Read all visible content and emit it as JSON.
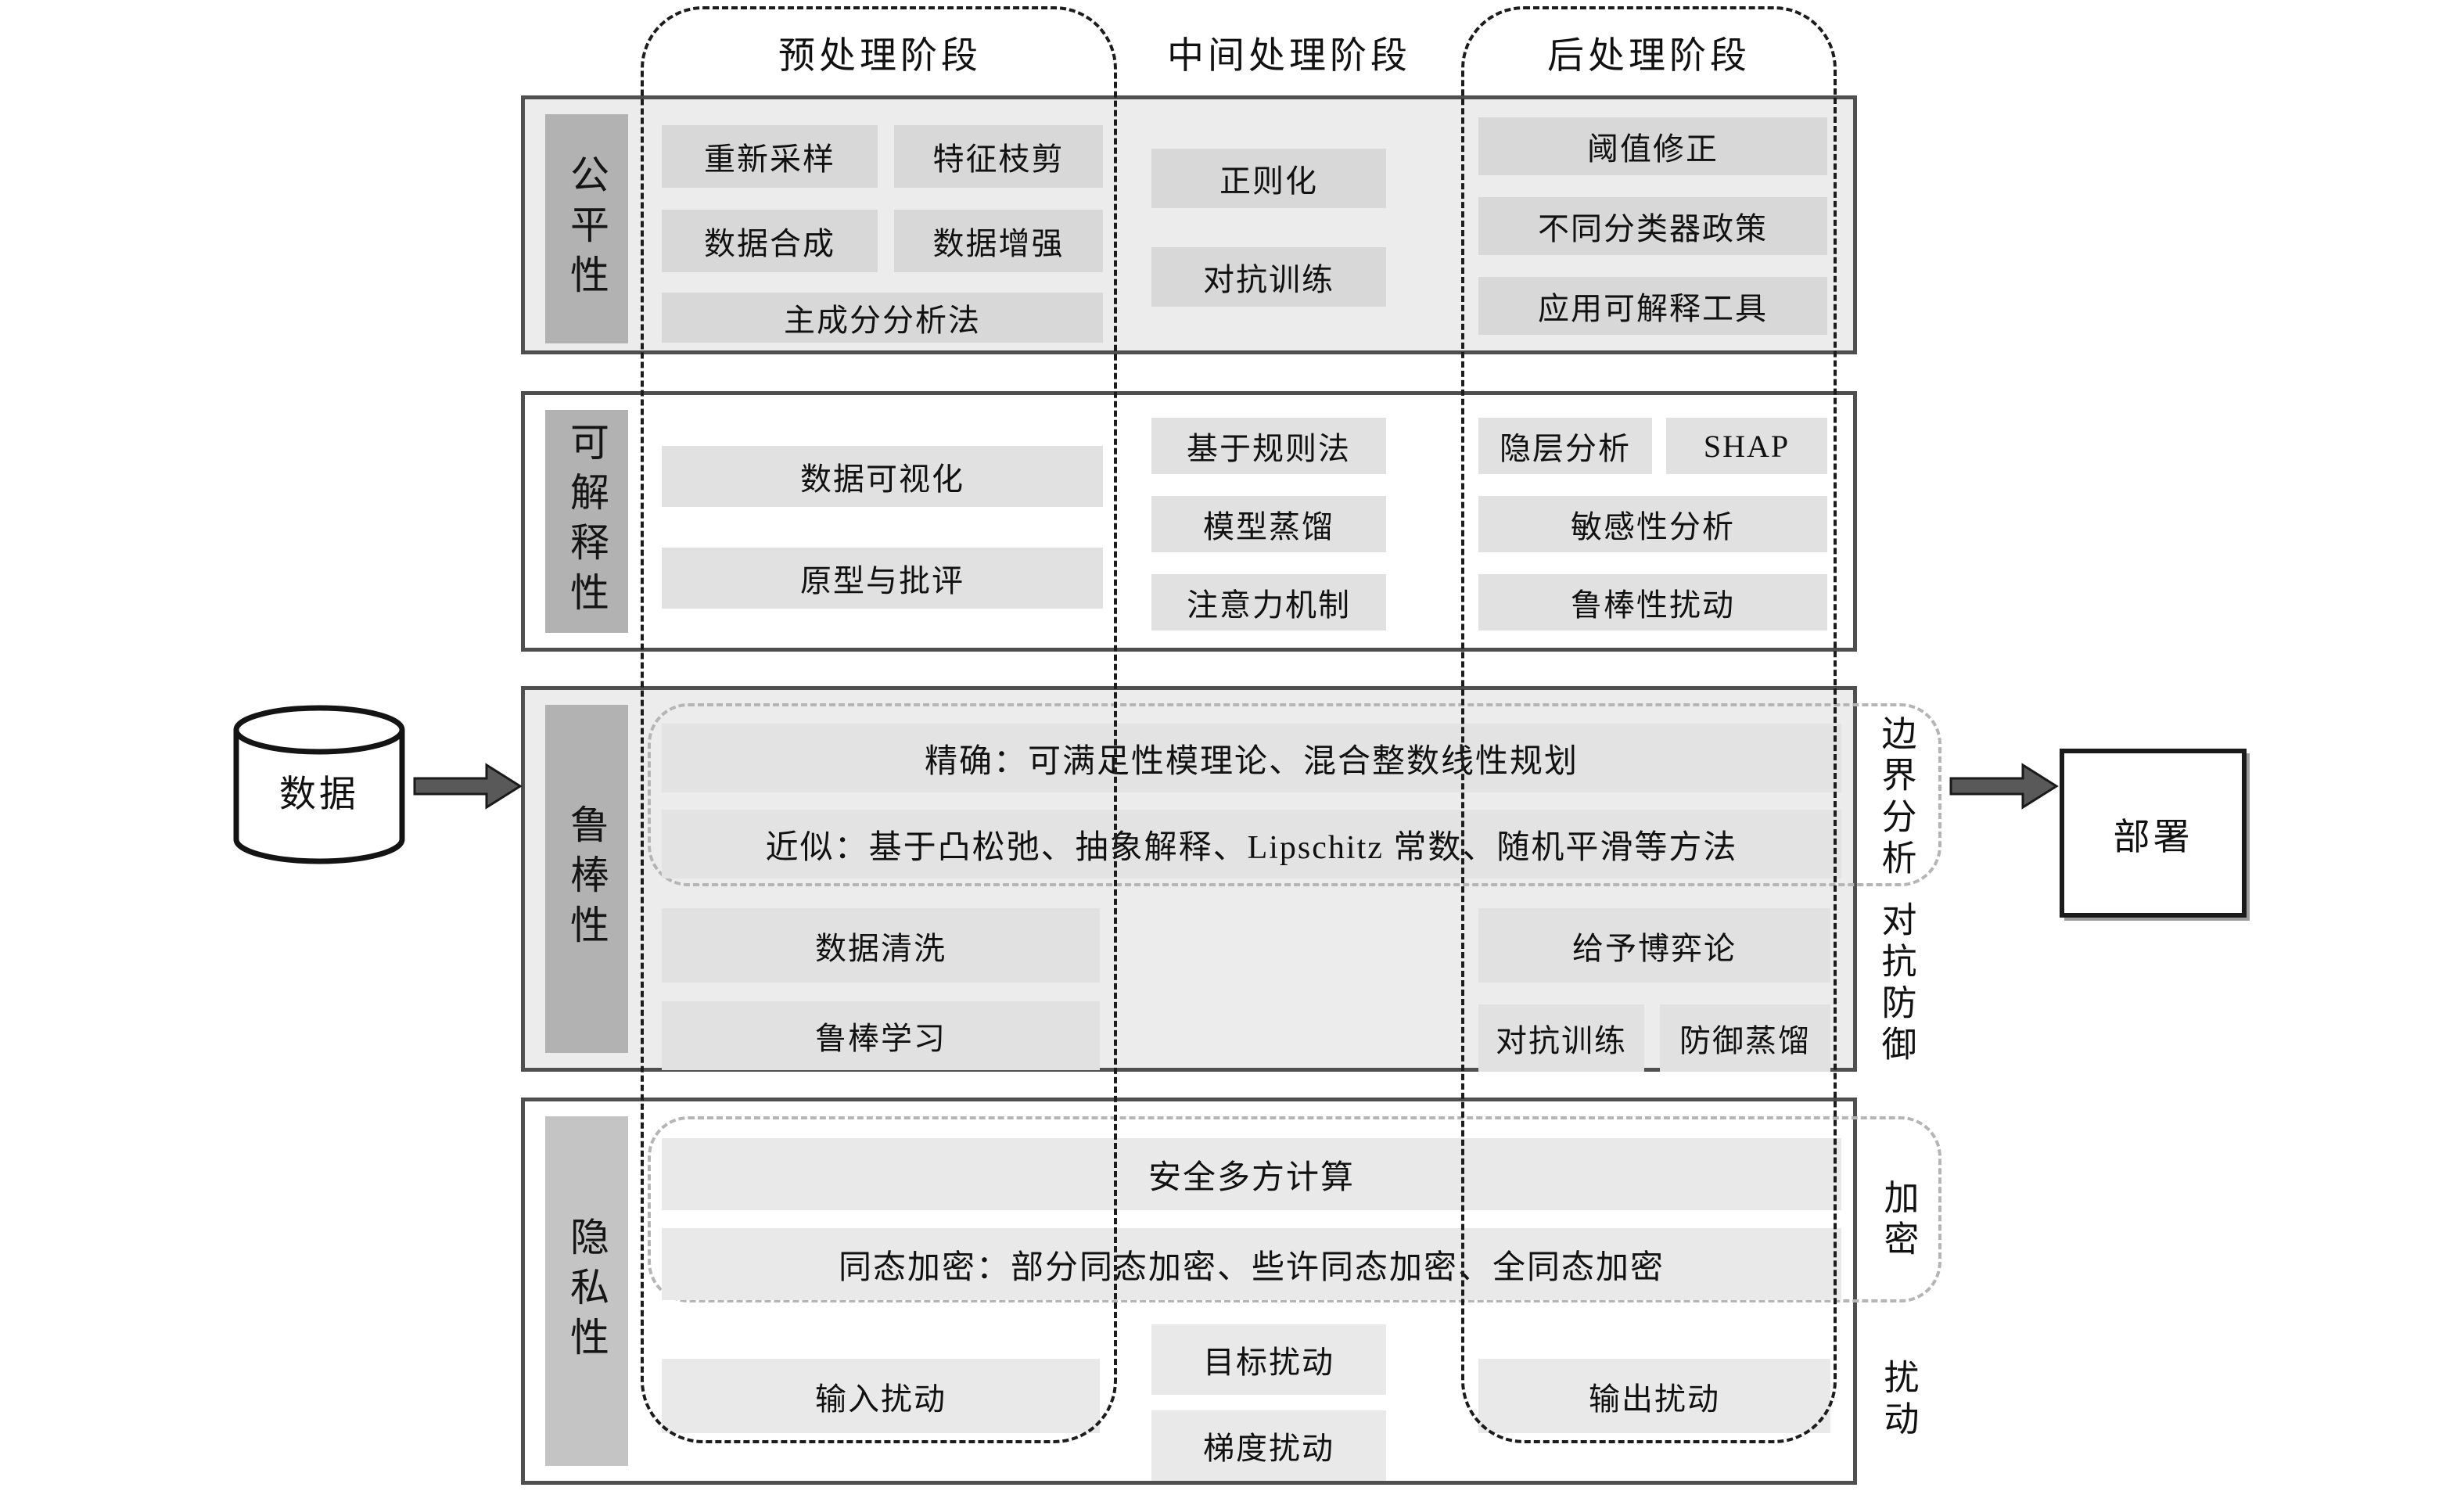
{
  "headers": {
    "pre": "预处理阶段",
    "mid": "中间处理阶段",
    "post": "后处理阶段"
  },
  "source": {
    "label": "数据"
  },
  "deploy": {
    "label": "部署"
  },
  "r1": {
    "cat": "公平性",
    "pre": [
      "重新采样",
      "特征枝剪",
      "数据合成",
      "数据增强",
      "主成分分析法"
    ],
    "mid": [
      "正则化",
      "对抗训练"
    ],
    "post": [
      "阈值修正",
      "不同分类器政策",
      "应用可解释工具"
    ]
  },
  "r2": {
    "cat": "可解释性",
    "pre": [
      "数据可视化",
      "原型与批评"
    ],
    "mid": [
      "基于规则法",
      "模型蒸馏",
      "注意力机制"
    ],
    "post": [
      "隐层分析",
      "SHAP",
      "敏感性分析",
      "鲁棒性扰动"
    ]
  },
  "r3": {
    "cat": "鲁棒性",
    "bars": [
      "精确：可满足性模理论、混合整数线性规划",
      "近似：基于凸松弛、抽象解释、Lipschitz 常数、随机平滑等方法"
    ],
    "side_top": "边界分析",
    "pre": [
      "数据清洗",
      "鲁棒学习"
    ],
    "post": [
      "给予博弈论",
      "对抗训练",
      "防御蒸馏"
    ],
    "side_bottom": "对抗防御"
  },
  "r4": {
    "cat": "隐私性",
    "bars": [
      "安全多方计算",
      "同态加密：部分同态加密、些许同态加密、全同态加密"
    ],
    "side_top": "加密",
    "pre": [
      "输入扰动"
    ],
    "mid": [
      "目标扰动",
      "梯度扰动"
    ],
    "post": [
      "输出扰动"
    ],
    "side_bottom": "扰动"
  },
  "colors": {
    "row_background": "#ececec",
    "row_border": "#4f4f4f",
    "category_label_bg": "#b2b2b2",
    "category_label_bg_light": "#c4c4c4",
    "method_box": "#d8d8d8",
    "method_box_light": "#e1e1e1",
    "column_dash": "#1c1c1c",
    "group_dash": "#b5b5b5",
    "arrow_fill": "#595959"
  }
}
